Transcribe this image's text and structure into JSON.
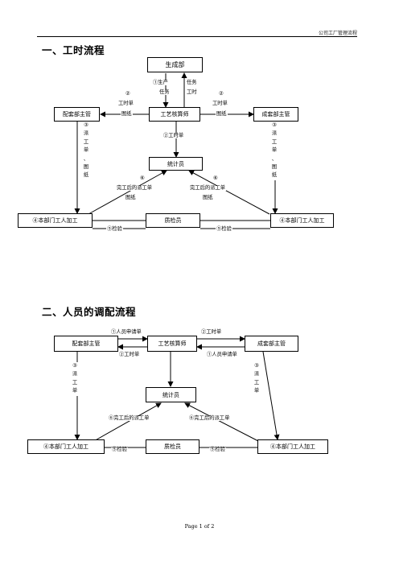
{
  "header": {
    "company_flow": "公司工厂管理流程"
  },
  "section1": {
    "title": "一、工时流程",
    "nodes": {
      "production": "生成部",
      "pei_manager": "配套部主管",
      "process_accountant": "工艺核算师",
      "cheng_manager": "成套部主管",
      "statistician": "统计员",
      "dept_left": "④本部门工人加工",
      "inspector": "质检员",
      "dept_right": "④本部门工人加工"
    },
    "labels": {
      "prod_task_a": "①生产",
      "prod_task_b": "任务",
      "task_hours_a": "任务",
      "task_hours_b": "工时",
      "left_num": "②",
      "left_hours": "工时单",
      "left_drawing": "图纸",
      "right_num": "②",
      "right_hours": "工时单",
      "right_drawing": "图纸",
      "center_hours": "②工时单",
      "left_vertical": "③\n派\n工\n单\n、\n图\n纸",
      "right_vertical": "③\n派\n工\n单\n、\n图\n纸",
      "left_diag_num": "⑥",
      "left_diag_text": "完工后的派工单",
      "left_diag_drawing": "图纸",
      "right_diag_num": "⑥",
      "right_diag_text": "完工后的派工单",
      "right_diag_drawing": "图纸",
      "inspect_left": "⑤检验",
      "inspect_right": "⑤检验"
    }
  },
  "section2": {
    "title": "二、人员的调配流程",
    "nodes": {
      "pei_manager": "配套部主管",
      "process_accountant": "工艺核算师",
      "cheng_manager": "成套部主管",
      "statistician": "统计员",
      "dept_left": "④本部门工人加工",
      "inspector": "质检员",
      "dept_right": "④本部门工人加工"
    },
    "labels": {
      "staff_req_top": "①人员申请单",
      "hours_top_right": "②工时单",
      "hours_bottom_left": "②工时单",
      "staff_req_bottom": "①人员申请单",
      "left_vertical": "③\n派\n工\n单",
      "right_vertical": "③\n派\n工\n单",
      "left_diag_text": "⑥完工后的派工单",
      "right_diag_text": "⑥完工后的派工单",
      "inspect_left": "⑤检验",
      "inspect_right": "⑤检验"
    }
  },
  "footer": {
    "page_label": "Page  1  of  2"
  }
}
